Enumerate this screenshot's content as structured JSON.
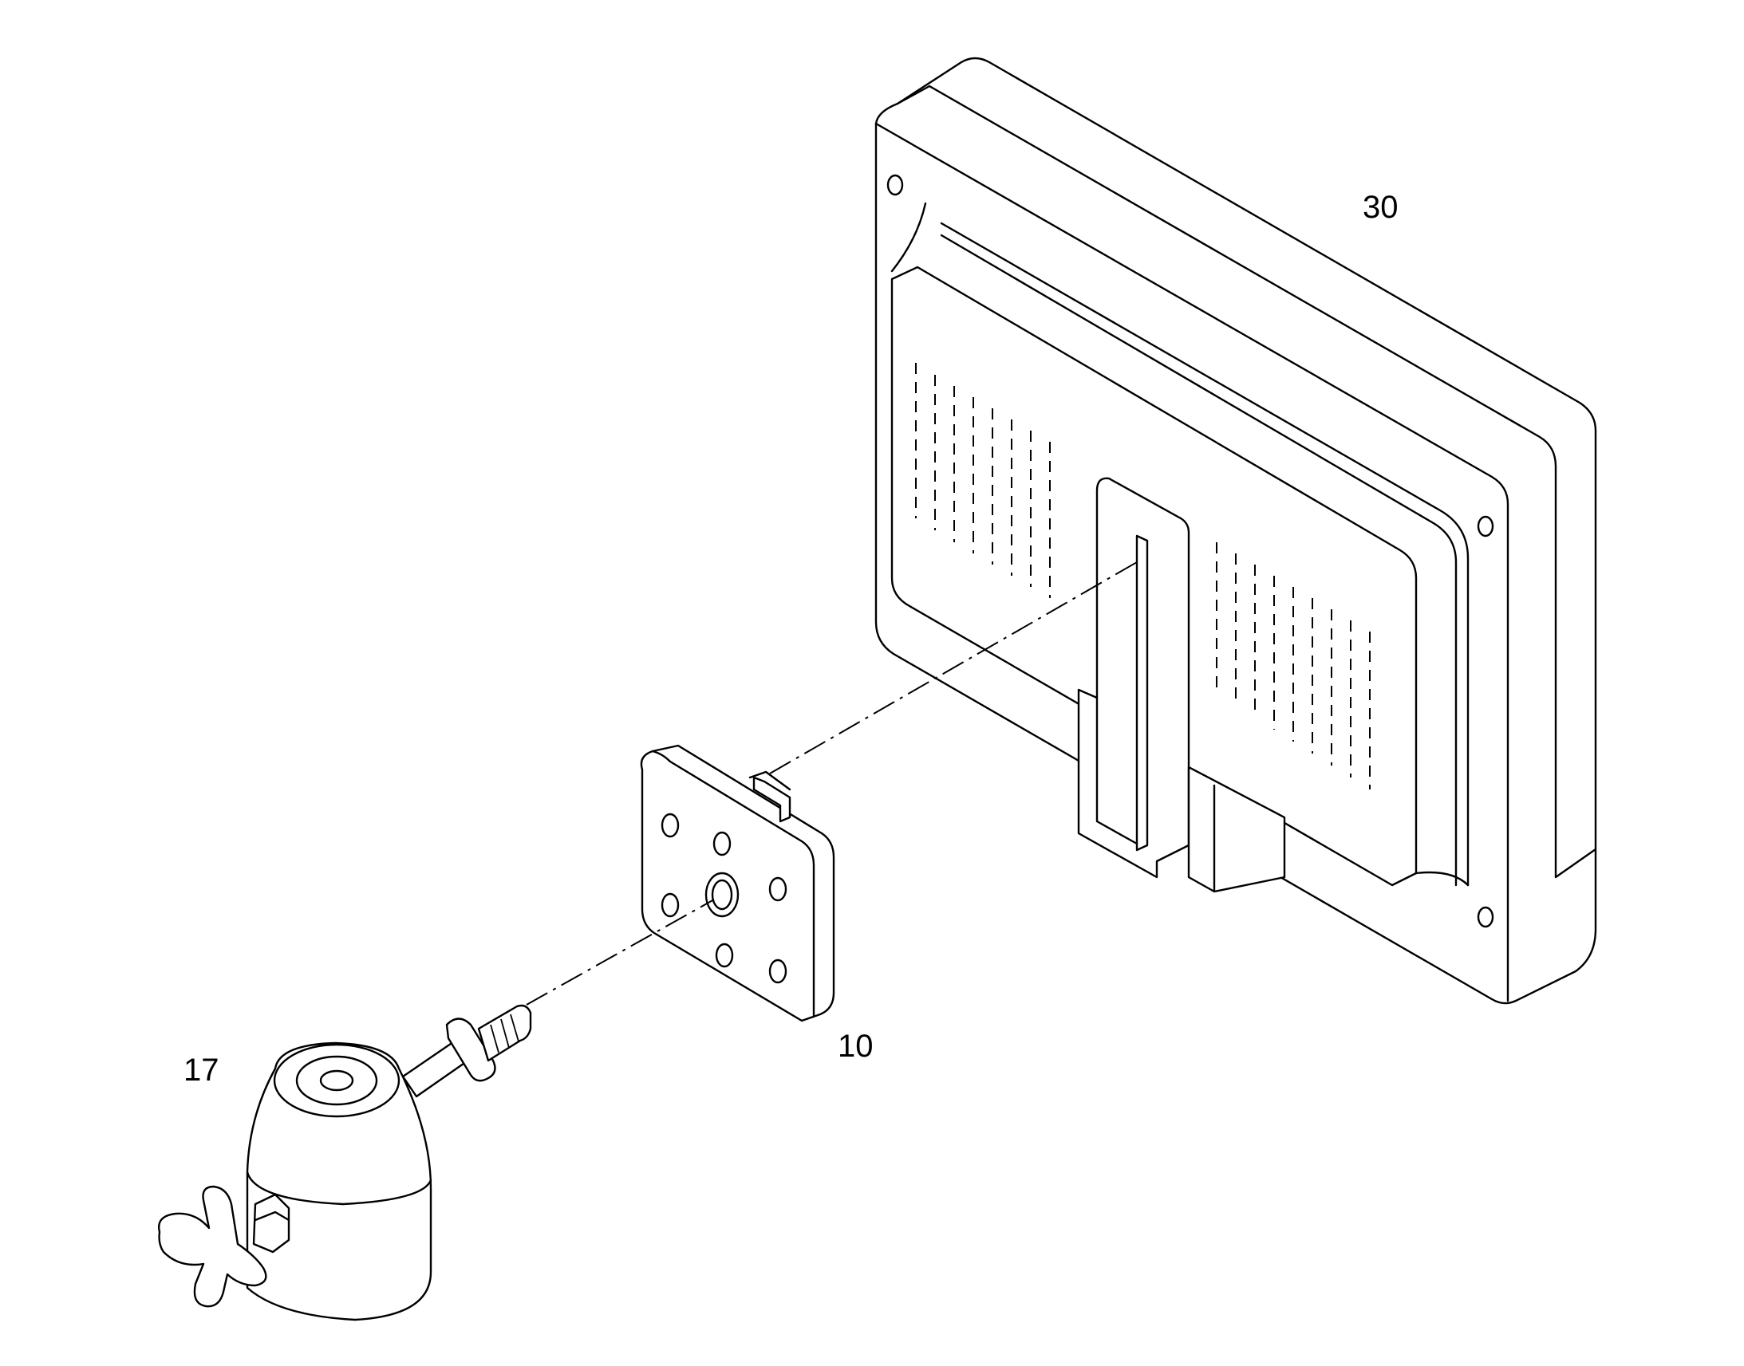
{
  "figure": {
    "reference_numerals": {
      "monitor": "30",
      "mounting_plate": "10",
      "clamp_mount": "17"
    }
  }
}
